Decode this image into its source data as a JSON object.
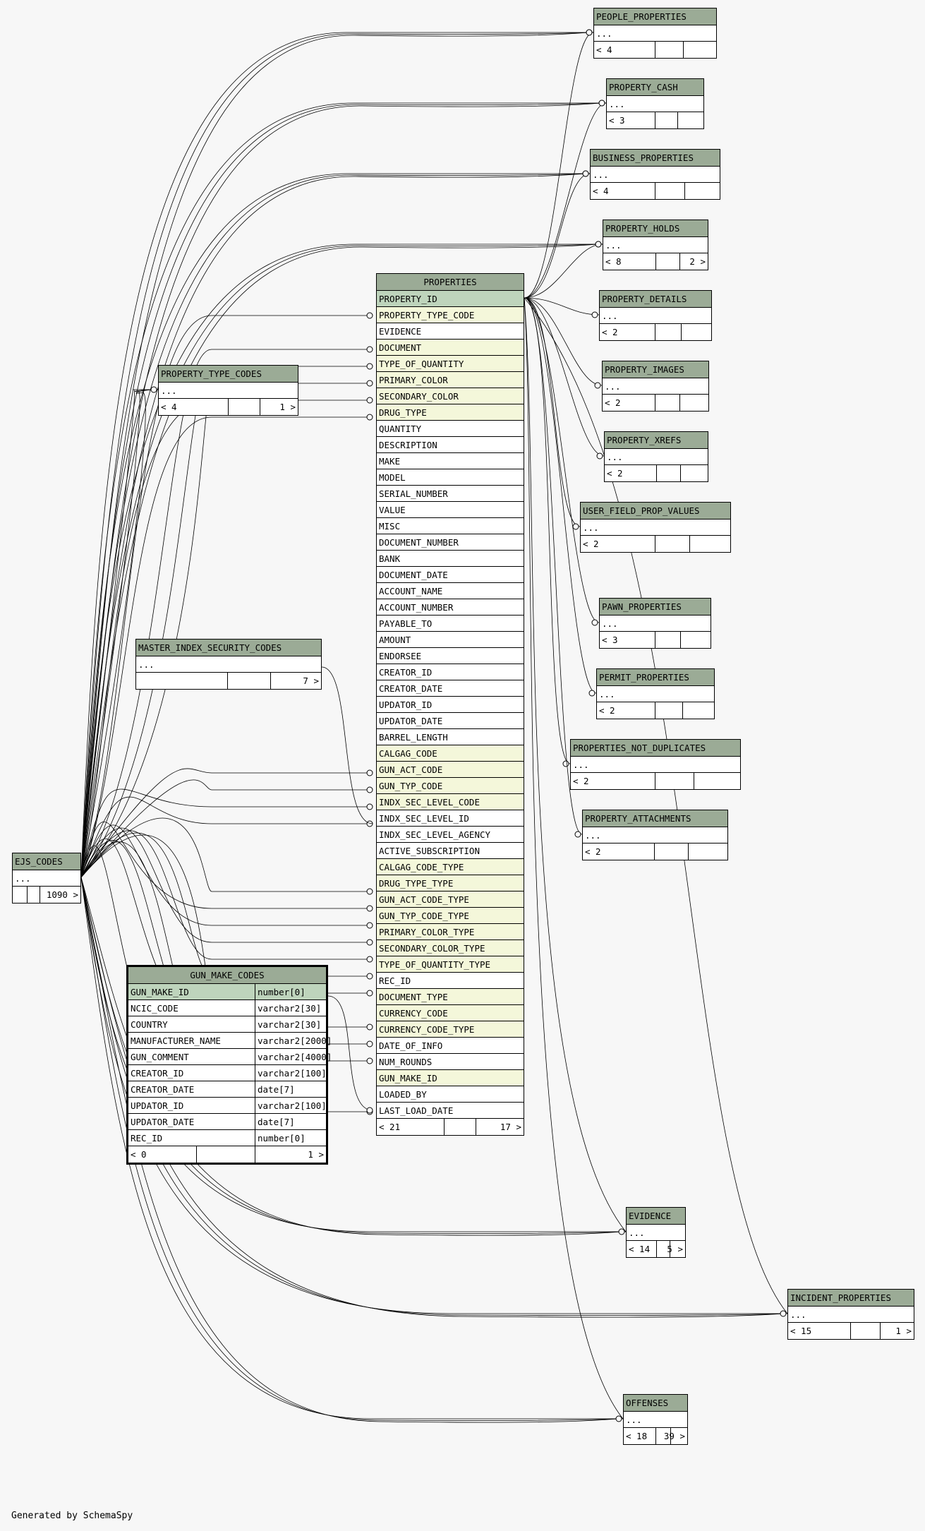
{
  "footer_text": "Generated by SchemaSpy",
  "colors": {
    "background": "#f7f7f7",
    "table_header": "#9bab96",
    "primary_key_row": "#bed4bc",
    "foreign_key_row": "#f4f7da"
  },
  "properties": {
    "name": "PROPERTIES",
    "columns": [
      {
        "name": "PROPERTY_ID",
        "kind": "pk"
      },
      {
        "name": "PROPERTY_TYPE_CODE",
        "kind": "fk"
      },
      {
        "name": "EVIDENCE",
        "kind": ""
      },
      {
        "name": "DOCUMENT",
        "kind": "fk"
      },
      {
        "name": "TYPE_OF_QUANTITY",
        "kind": "fk"
      },
      {
        "name": "PRIMARY_COLOR",
        "kind": "fk"
      },
      {
        "name": "SECONDARY_COLOR",
        "kind": "fk"
      },
      {
        "name": "DRUG_TYPE",
        "kind": "fk"
      },
      {
        "name": "QUANTITY",
        "kind": ""
      },
      {
        "name": "DESCRIPTION",
        "kind": ""
      },
      {
        "name": "MAKE",
        "kind": ""
      },
      {
        "name": "MODEL",
        "kind": ""
      },
      {
        "name": "SERIAL_NUMBER",
        "kind": ""
      },
      {
        "name": "VALUE",
        "kind": ""
      },
      {
        "name": "MISC",
        "kind": ""
      },
      {
        "name": "DOCUMENT_NUMBER",
        "kind": ""
      },
      {
        "name": "BANK",
        "kind": ""
      },
      {
        "name": "DOCUMENT_DATE",
        "kind": ""
      },
      {
        "name": "ACCOUNT_NAME",
        "kind": ""
      },
      {
        "name": "ACCOUNT_NUMBER",
        "kind": ""
      },
      {
        "name": "PAYABLE_TO",
        "kind": ""
      },
      {
        "name": "AMOUNT",
        "kind": ""
      },
      {
        "name": "ENDORSEE",
        "kind": ""
      },
      {
        "name": "CREATOR_ID",
        "kind": ""
      },
      {
        "name": "CREATOR_DATE",
        "kind": ""
      },
      {
        "name": "UPDATOR_ID",
        "kind": ""
      },
      {
        "name": "UPDATOR_DATE",
        "kind": ""
      },
      {
        "name": "BARREL_LENGTH",
        "kind": ""
      },
      {
        "name": "CALGAG_CODE",
        "kind": "fk"
      },
      {
        "name": "GUN_ACT_CODE",
        "kind": "fk"
      },
      {
        "name": "GUN_TYP_CODE",
        "kind": "fk"
      },
      {
        "name": "INDX_SEC_LEVEL_CODE",
        "kind": "fk"
      },
      {
        "name": "INDX_SEC_LEVEL_ID",
        "kind": ""
      },
      {
        "name": "INDX_SEC_LEVEL_AGENCY",
        "kind": ""
      },
      {
        "name": "ACTIVE_SUBSCRIPTION",
        "kind": ""
      },
      {
        "name": "CALGAG_CODE_TYPE",
        "kind": "fk"
      },
      {
        "name": "DRUG_TYPE_TYPE",
        "kind": "fk"
      },
      {
        "name": "GUN_ACT_CODE_TYPE",
        "kind": "fk"
      },
      {
        "name": "GUN_TYP_CODE_TYPE",
        "kind": "fk"
      },
      {
        "name": "PRIMARY_COLOR_TYPE",
        "kind": "fk"
      },
      {
        "name": "SECONDARY_COLOR_TYPE",
        "kind": "fk"
      },
      {
        "name": "TYPE_OF_QUANTITY_TYPE",
        "kind": "fk"
      },
      {
        "name": "REC_ID",
        "kind": ""
      },
      {
        "name": "DOCUMENT_TYPE",
        "kind": "fk"
      },
      {
        "name": "CURRENCY_CODE",
        "kind": "fk"
      },
      {
        "name": "CURRENCY_CODE_TYPE",
        "kind": "fk"
      },
      {
        "name": "DATE_OF_INFO",
        "kind": ""
      },
      {
        "name": "NUM_ROUNDS",
        "kind": ""
      },
      {
        "name": "GUN_MAKE_ID",
        "kind": "fk"
      },
      {
        "name": "LOADED_BY",
        "kind": ""
      },
      {
        "name": "LAST_LOAD_DATE",
        "kind": ""
      }
    ],
    "footer_left": "< 21",
    "footer_right": "17 >"
  },
  "gun_make_codes": {
    "name": "GUN_MAKE_CODES",
    "columns": [
      {
        "name": "GUN_MAKE_ID",
        "type": "number[0]",
        "kind": "pk"
      },
      {
        "name": "NCIC_CODE",
        "type": "varchar2[30]",
        "kind": ""
      },
      {
        "name": "COUNTRY",
        "type": "varchar2[30]",
        "kind": ""
      },
      {
        "name": "MANUFACTURER_NAME",
        "type": "varchar2[2000]",
        "kind": ""
      },
      {
        "name": "GUN_COMMENT",
        "type": "varchar2[4000]",
        "kind": ""
      },
      {
        "name": "CREATOR_ID",
        "type": "varchar2[100]",
        "kind": ""
      },
      {
        "name": "CREATOR_DATE",
        "type": "date[7]",
        "kind": ""
      },
      {
        "name": "UPDATOR_ID",
        "type": "varchar2[100]",
        "kind": ""
      },
      {
        "name": "UPDATOR_DATE",
        "type": "date[7]",
        "kind": ""
      },
      {
        "name": "REC_ID",
        "type": "number[0]",
        "kind": ""
      }
    ],
    "footer_left": "< 0",
    "footer_right": "1 >"
  },
  "small_tables": [
    {
      "id": "people_properties",
      "name": "PEOPLE_PROPERTIES",
      "body": "...",
      "left": "< 4",
      "right": ""
    },
    {
      "id": "property_cash",
      "name": "PROPERTY_CASH",
      "body": "...",
      "left": "< 3",
      "right": ""
    },
    {
      "id": "business_properties",
      "name": "BUSINESS_PROPERTIES",
      "body": "...",
      "left": "< 4",
      "right": ""
    },
    {
      "id": "property_holds",
      "name": "PROPERTY_HOLDS",
      "body": "...",
      "left": "< 8",
      "right": "2 >"
    },
    {
      "id": "property_details",
      "name": "PROPERTY_DETAILS",
      "body": "...",
      "left": "< 2",
      "right": ""
    },
    {
      "id": "property_images",
      "name": "PROPERTY_IMAGES",
      "body": "...",
      "left": "< 2",
      "right": ""
    },
    {
      "id": "property_xrefs",
      "name": "PROPERTY_XREFS",
      "body": "...",
      "left": "< 2",
      "right": ""
    },
    {
      "id": "user_field_prop_values",
      "name": "USER_FIELD_PROP_VALUES",
      "body": "...",
      "left": "< 2",
      "right": ""
    },
    {
      "id": "pawn_properties",
      "name": "PAWN_PROPERTIES",
      "body": "...",
      "left": "< 3",
      "right": ""
    },
    {
      "id": "permit_properties",
      "name": "PERMIT_PROPERTIES",
      "body": "...",
      "left": "< 2",
      "right": ""
    },
    {
      "id": "properties_not_duplicates",
      "name": "PROPERTIES_NOT_DUPLICATES",
      "body": "...",
      "left": "< 2",
      "right": ""
    },
    {
      "id": "property_attachments",
      "name": "PROPERTY_ATTACHMENTS",
      "body": "...",
      "left": "< 2",
      "right": ""
    },
    {
      "id": "property_type_codes",
      "name": "PROPERTY_TYPE_CODES",
      "body": "...",
      "left": "< 4",
      "right": "1 >"
    },
    {
      "id": "master_index_security_codes",
      "name": "MASTER_INDEX_SECURITY_CODES",
      "body": "...",
      "left": "",
      "right": "7 >"
    },
    {
      "id": "ejs_codes",
      "name": "EJS_CODES",
      "body": "...",
      "left": "",
      "right": "1090 >"
    },
    {
      "id": "evidence",
      "name": "EVIDENCE",
      "body": "...",
      "left": "< 14",
      "right": "5 >"
    },
    {
      "id": "incident_properties",
      "name": "INCIDENT_PROPERTIES",
      "body": "...",
      "left": "< 15",
      "right": "1 >"
    },
    {
      "id": "offenses",
      "name": "OFFENSES",
      "body": "...",
      "left": "< 18",
      "right": "39 >"
    }
  ]
}
